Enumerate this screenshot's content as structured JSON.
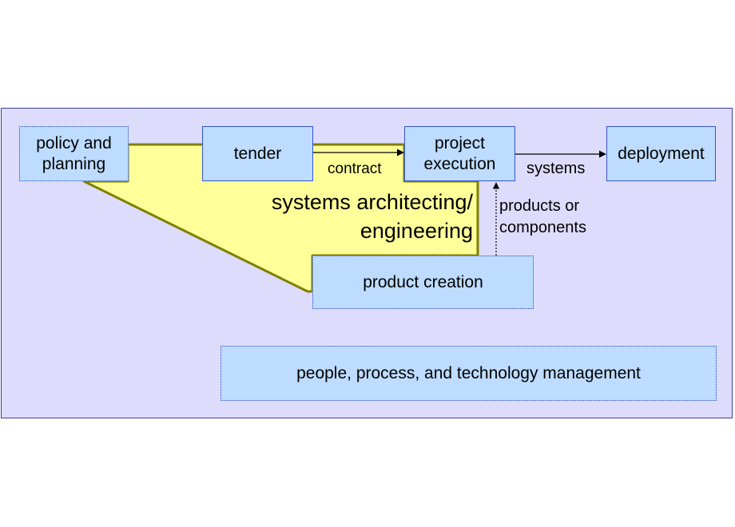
{
  "boxes": {
    "policy": "policy and planning",
    "tender": "tender",
    "project": "project execution",
    "deployment": "deployment",
    "product_creation": "product creation",
    "people": "people, process, and technology management"
  },
  "labels": {
    "contract": "contract",
    "systems": "systems",
    "products_line1": "products or",
    "products_line2": "components",
    "architecting_line1": "systems architecting/",
    "architecting_line2": "engineering"
  },
  "colors": {
    "panel_background": "#dedcfc",
    "box_fill": "#bddcff",
    "box_border": "#3355cc",
    "architecting_fill": "#ffff99",
    "architecting_border": "#808000"
  }
}
